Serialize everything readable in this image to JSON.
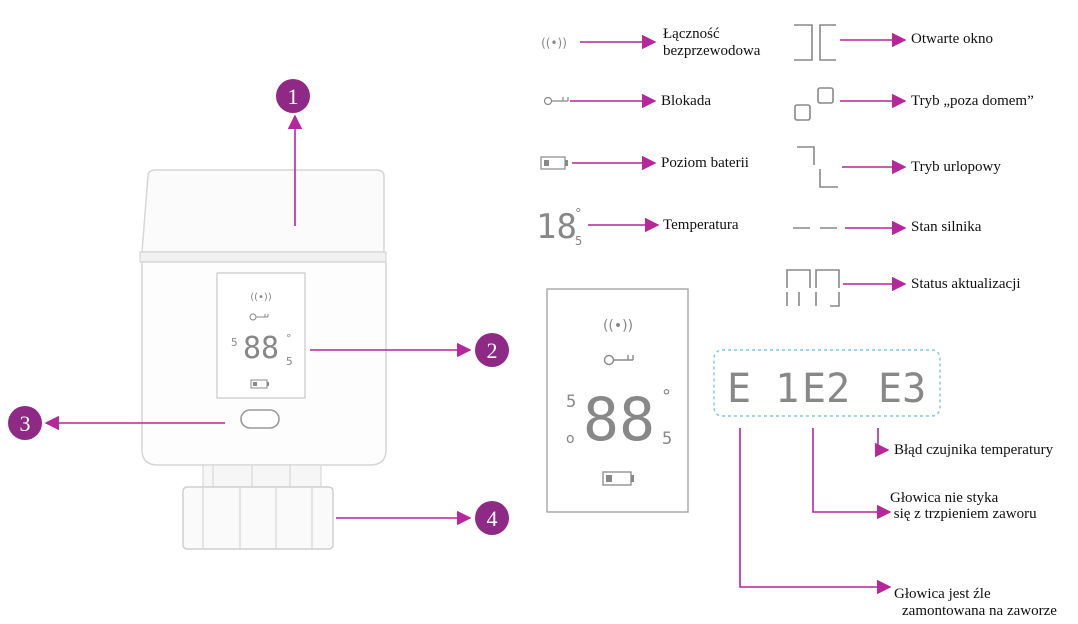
{
  "callouts": [
    "1",
    "2",
    "3",
    "4"
  ],
  "device": {
    "screen_temp": "88",
    "screen_left_digit": "5",
    "screen_right_digit": "5",
    "degree": "°"
  },
  "large_display": {
    "temp": "88",
    "left_digit": "5",
    "right_digit": "5",
    "degree": "°"
  },
  "icons": [
    {
      "icon": "wireless-icon",
      "label_line1": "Łączność",
      "label_line2": "bezprzewodowa"
    },
    {
      "icon": "lock-key-icon",
      "label_line1": "Blokada"
    },
    {
      "icon": "battery-icon",
      "label_line1": "Poziom baterii"
    },
    {
      "icon": "temperature-digits-icon",
      "label_line1": "Temperatura",
      "glyph": "18",
      "deg": "°",
      "sub": "5"
    },
    {
      "icon": "open-window-icon",
      "label_line1": "Otwarte okno"
    },
    {
      "icon": "away-mode-icon",
      "label_line1": "Tryb „poza domem”"
    },
    {
      "icon": "holiday-mode-icon",
      "label_line1": "Tryb urlopowy"
    },
    {
      "icon": "motor-state-icon",
      "label_line1": "Stan silnika"
    },
    {
      "icon": "update-status-icon",
      "label_line1": "Status aktualizacji"
    }
  ],
  "errors": {
    "codes": [
      "E 1",
      "E2",
      "E3"
    ],
    "e3_label": "Błąd czujnika temperatury",
    "e2_label_line1": "Głowica nie styka",
    "e2_label_line2": " się z trzpieniem zaworu",
    "e1_label_line1": "Głowica jest źle",
    "e1_label_line2": "zamontowana na zaworze"
  },
  "colors": {
    "accent": "#b5279a",
    "badge": "#8e2a86",
    "lcd": "#8a8a8a",
    "dotted_border": "#7fc8e0"
  }
}
